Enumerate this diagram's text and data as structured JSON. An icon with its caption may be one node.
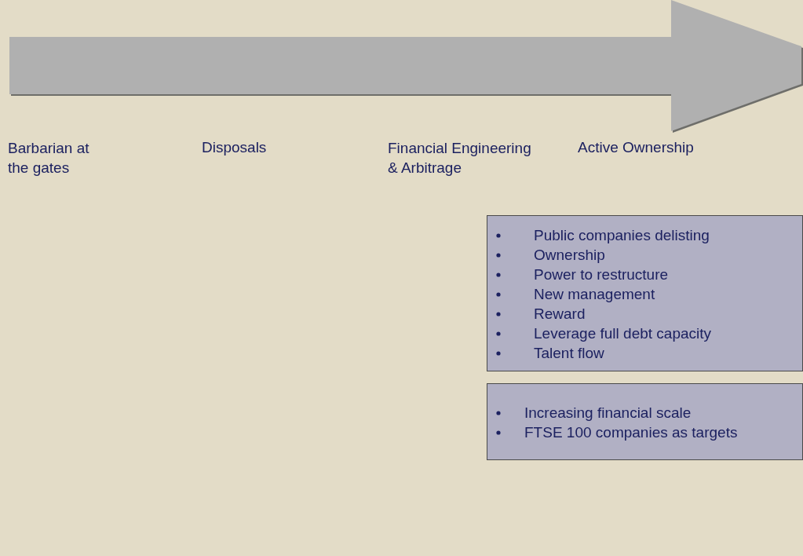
{
  "diagram": {
    "nodes": [
      {
        "text": [
          "Public companies delisting",
          "Ownership",
          "Power to restructure",
          "New management",
          "Reward",
          "Leverage full debt capacity",
          "Talent flow"
        ]
      },
      {
        "text": [
          "Increasing financial scale",
          "FTSE 100 companies as targets"
        ]
      }
    ],
    "labels": [
      "Barbarian at the gates",
      "Disposals",
      "Financial Engineering & Arbitrage",
      "Active Ownership"
    ]
  }
}
